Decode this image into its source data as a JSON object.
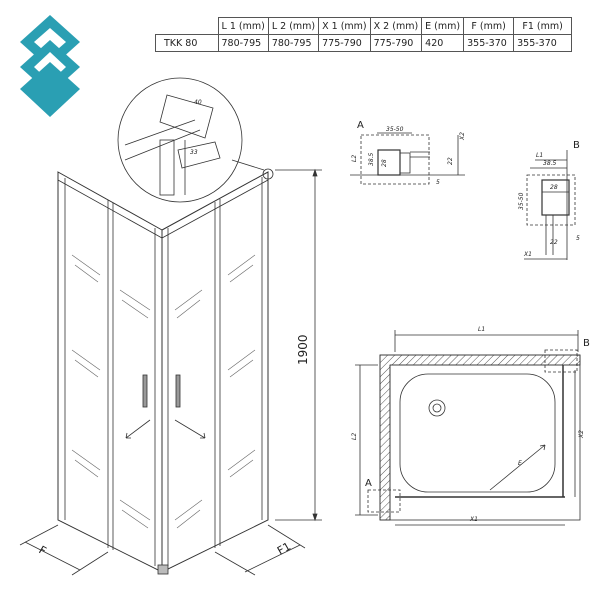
{
  "table": {
    "headers": [
      "",
      "L 1  (mm)",
      "L 2  (mm)",
      "X 1  (mm)",
      "X 2  (mm)",
      "E (mm)",
      "F (mm)",
      "F1 (mm)"
    ],
    "rows": [
      [
        "TKK  80",
        "780-795",
        "780-795",
        "775-790",
        "775-790",
        "420",
        "355-370",
        "355-370"
      ]
    ]
  },
  "drawing": {
    "height_label": "1900",
    "f_label": "F",
    "f1_label": "F1",
    "callout_dims": [
      "40",
      "33"
    ],
    "detail_a": {
      "title": "A",
      "dims": [
        "35-50",
        "38.5",
        "28",
        "22",
        "5",
        "L2",
        "X2"
      ]
    },
    "detail_b": {
      "title": "B",
      "dims": [
        "L1",
        "38.5",
        "28",
        "35-50",
        "22",
        "5",
        "X1"
      ]
    },
    "plan": {
      "l1": "L1",
      "l2": "L2",
      "x1": "X1",
      "x2": "X2",
      "e": "E",
      "a": "A",
      "b": "B"
    }
  },
  "colors": {
    "logo": "#2a9fb3",
    "line": "#333333"
  }
}
